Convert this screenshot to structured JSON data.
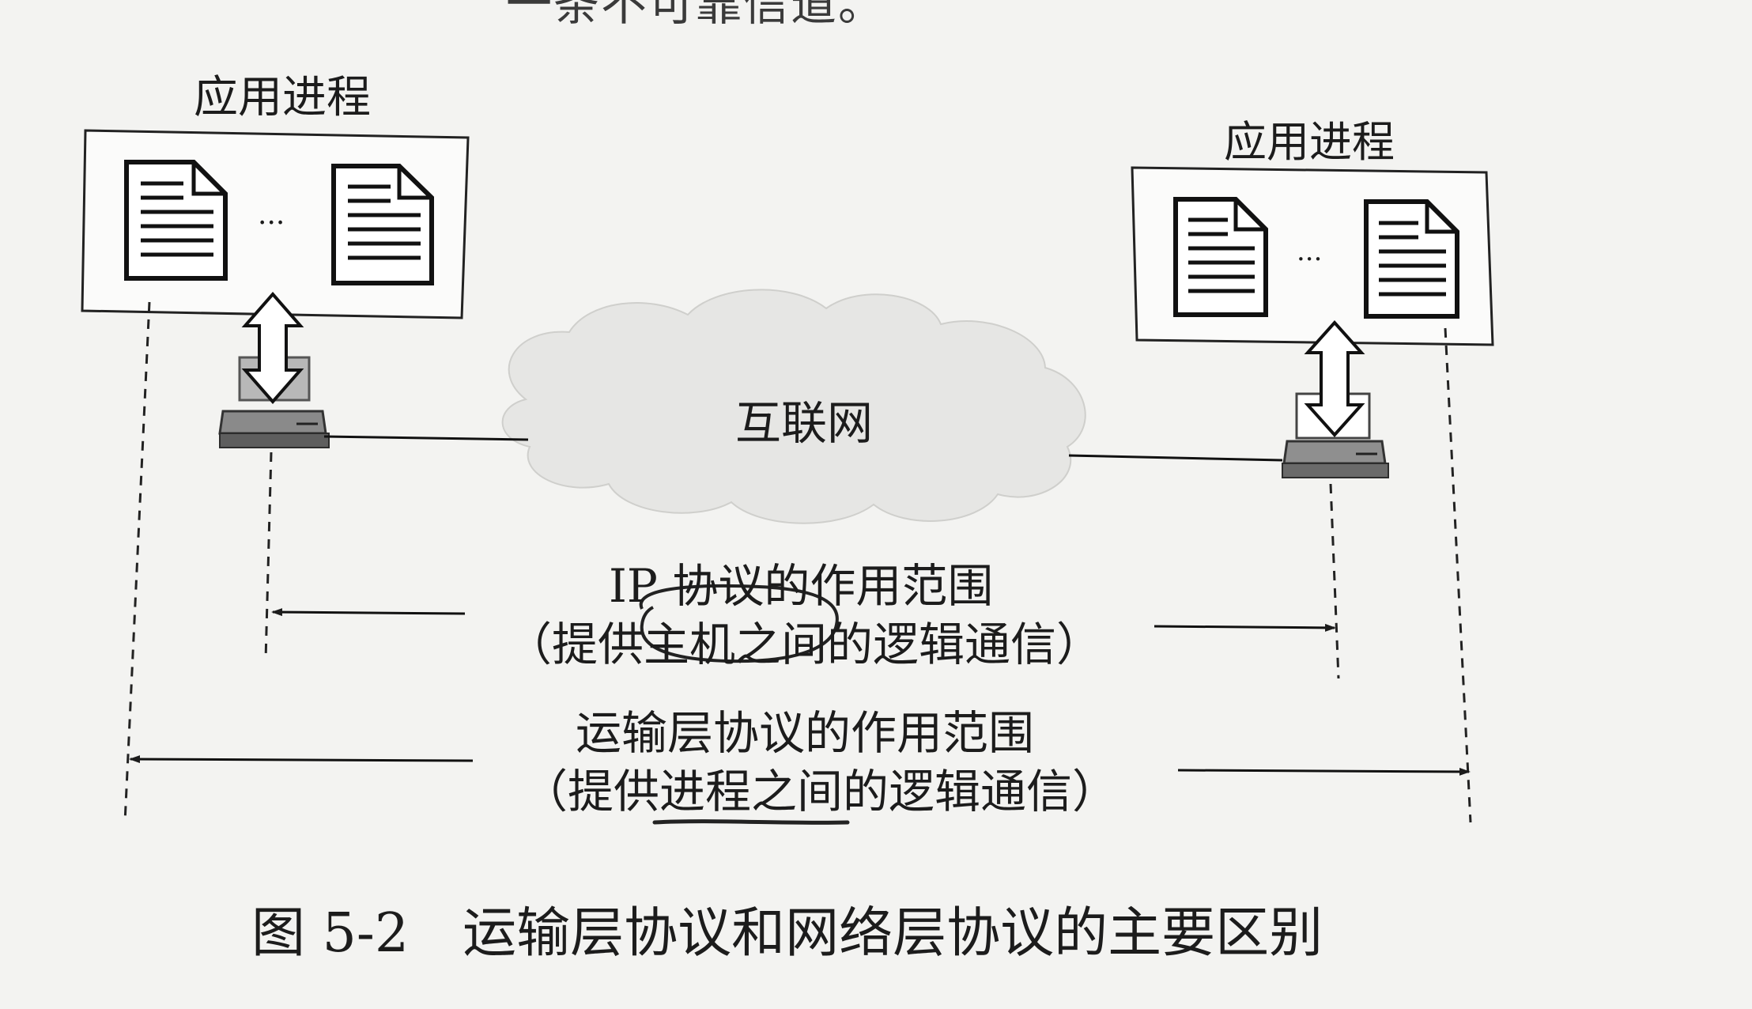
{
  "top_snippet": "一条不可靠信道。",
  "left_host": {
    "title": "应用进程",
    "ellipsis": "···"
  },
  "right_host": {
    "title": "应用进程",
    "ellipsis": "···"
  },
  "network": {
    "label": "互联网"
  },
  "ip_scope": {
    "title": "IP 协议的作用范围",
    "description": "（提供主机之间的逻辑通信）"
  },
  "transport_scope": {
    "title": "运输层协议的作用范围",
    "description": "（提供进程之间的逻辑通信）"
  },
  "caption": "图 5-2　运输层协议和网络层协议的主要区别",
  "colors": {
    "ink": "#1c1c1c",
    "cloud": "#e6e6e4",
    "host_gray": "#8a8a8a"
  }
}
